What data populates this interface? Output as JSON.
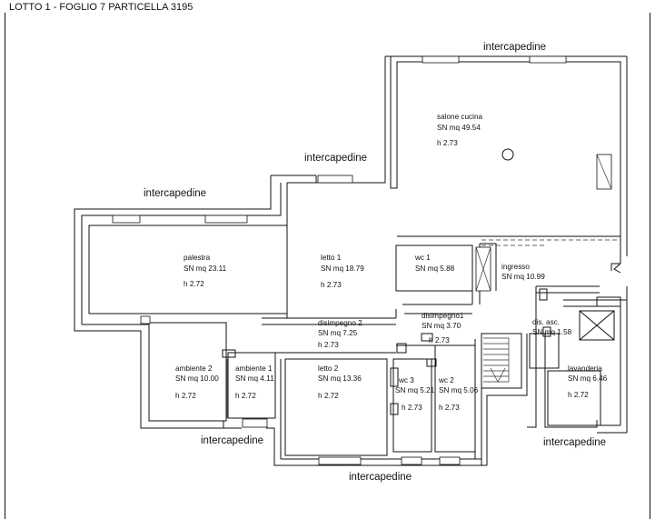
{
  "title": "LOTTO 1 - FOGLIO 7 PARTICELLA 3195",
  "intercapedine_labels": [
    "intercapedine",
    "intercapedine",
    "intercapedine",
    "intercapedine",
    "intercapedine",
    "intercapedine"
  ],
  "rooms": [
    {
      "name": "salone cucina",
      "area": "SN mq 49.54",
      "height": "h 2.73"
    },
    {
      "name": "palestra",
      "area": "SN mq 23.11",
      "height": "h 2.72"
    },
    {
      "name": "letto 1",
      "area": "SN mq 18.79",
      "height": "h 2.73"
    },
    {
      "name": "wc 1",
      "area": "SN mq 5.88",
      "height": ""
    },
    {
      "name": "ingresso",
      "area": "SN mq 10.99",
      "height": ""
    },
    {
      "name": "disimpegno1",
      "area": "SN mq 3.70",
      "height": "h 2.73"
    },
    {
      "name": "disimpegno 2",
      "area": "SN mq 7.25",
      "height": "h 2.73"
    },
    {
      "name": "dis. asc.",
      "area": "SN mq 1.58",
      "height": ""
    },
    {
      "name": "ambiente 2",
      "area": "SN mq 10.00",
      "height": "h 2.72"
    },
    {
      "name": "ambiente 1",
      "area": "SN mq 4.11",
      "height": "h 2.72"
    },
    {
      "name": "letto 2",
      "area": "SN mq 13.36",
      "height": "h 2.72"
    },
    {
      "name": "wc 3",
      "area": "SN mq 5.21",
      "height": "h 2.73"
    },
    {
      "name": "wc 2",
      "area": "SN mq 5.06",
      "height": "h 2.73"
    },
    {
      "name": "lavanderia",
      "area": "SN mq 6.46",
      "height": "h 2.72"
    }
  ]
}
